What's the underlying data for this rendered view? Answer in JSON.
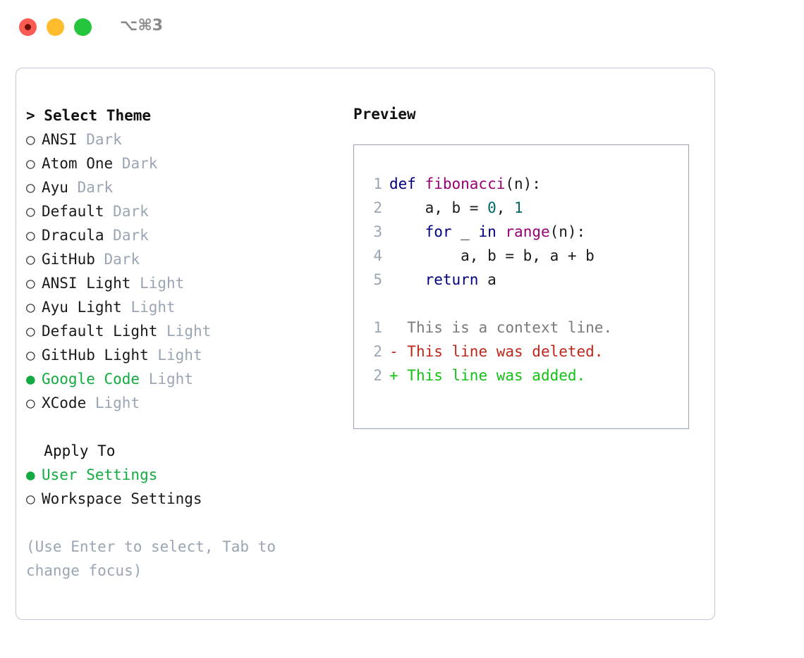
{
  "window": {
    "shortcut": "⌥⌘3",
    "traffic_lights": [
      {
        "name": "close",
        "color": "#fa5b53"
      },
      {
        "name": "minimize",
        "color": "#ffbd2e"
      },
      {
        "name": "maximize",
        "color": "#25c63e"
      }
    ]
  },
  "colors": {
    "selection_green": "#12ab3f",
    "muted": "#9aa5b4",
    "panel_border": "#c2c9d3",
    "preview_border": "#9aa5b4",
    "keyword": "#000080",
    "function": "#990073",
    "number": "#006666",
    "diff_deleted": "#c0251a",
    "diff_added": "#13c113",
    "diff_context": "#7a7a7a"
  },
  "theme_section": {
    "prefix": "> ",
    "title": "Select Theme",
    "options": [
      {
        "bullet": "○",
        "label": "ANSI",
        "suffix": "Dark",
        "selected": false
      },
      {
        "bullet": "○",
        "label": "Atom One",
        "suffix": "Dark",
        "selected": false
      },
      {
        "bullet": "○",
        "label": "Ayu",
        "suffix": "Dark",
        "selected": false
      },
      {
        "bullet": "○",
        "label": "Default",
        "suffix": "Dark",
        "selected": false
      },
      {
        "bullet": "○",
        "label": "Dracula",
        "suffix": "Dark",
        "selected": false
      },
      {
        "bullet": "○",
        "label": "GitHub",
        "suffix": "Dark",
        "selected": false
      },
      {
        "bullet": "○",
        "label": "ANSI Light",
        "suffix": "Light",
        "selected": false
      },
      {
        "bullet": "○",
        "label": "Ayu Light",
        "suffix": "Light",
        "selected": false
      },
      {
        "bullet": "○",
        "label": "Default Light",
        "suffix": "Light",
        "selected": false
      },
      {
        "bullet": "○",
        "label": "GitHub Light",
        "suffix": "Light",
        "selected": false
      },
      {
        "bullet": "●",
        "label": "Google Code",
        "suffix": "Light",
        "selected": true
      },
      {
        "bullet": "○",
        "label": "XCode",
        "suffix": "Light",
        "selected": false
      }
    ]
  },
  "apply_section": {
    "prefix": "  ",
    "title": "Apply To",
    "options": [
      {
        "bullet": "●",
        "label": "User Settings",
        "suffix": "",
        "selected": true
      },
      {
        "bullet": "○",
        "label": "Workspace Settings",
        "suffix": "",
        "selected": false
      }
    ]
  },
  "hint": "(Use Enter to select, Tab to change focus)",
  "preview": {
    "title": "Preview",
    "code_lines": [
      {
        "no": "1",
        "tokens": [
          {
            "t": "def ",
            "c": "kw"
          },
          {
            "t": "fibonacci",
            "c": "fn"
          },
          {
            "t": "(n):",
            "c": "pun"
          }
        ]
      },
      {
        "no": "2",
        "tokens": [
          {
            "t": "    a, b = ",
            "c": "pun"
          },
          {
            "t": "0",
            "c": "num"
          },
          {
            "t": ", ",
            "c": "pun"
          },
          {
            "t": "1",
            "c": "num"
          }
        ]
      },
      {
        "no": "3",
        "tokens": [
          {
            "t": "    ",
            "c": "pun"
          },
          {
            "t": "for",
            "c": "kw"
          },
          {
            "t": " _ ",
            "c": "pun"
          },
          {
            "t": "in",
            "c": "kw"
          },
          {
            "t": " ",
            "c": "pun"
          },
          {
            "t": "range",
            "c": "fn"
          },
          {
            "t": "(n):",
            "c": "pun"
          }
        ]
      },
      {
        "no": "4",
        "tokens": [
          {
            "t": "        a, b = b, a + b",
            "c": "pun"
          }
        ]
      },
      {
        "no": "5",
        "tokens": [
          {
            "t": "    ",
            "c": "pun"
          },
          {
            "t": "return",
            "c": "kw"
          },
          {
            "t": " a",
            "c": "pun"
          }
        ]
      }
    ],
    "diff_lines": [
      {
        "no": "1",
        "marker": "  ",
        "text": "This is a context line.",
        "cls": "ctx"
      },
      {
        "no": "2",
        "marker": "- ",
        "text": "This line was deleted.",
        "cls": "del"
      },
      {
        "no": "2",
        "marker": "+ ",
        "text": "This line was added.",
        "cls": "add"
      }
    ]
  }
}
